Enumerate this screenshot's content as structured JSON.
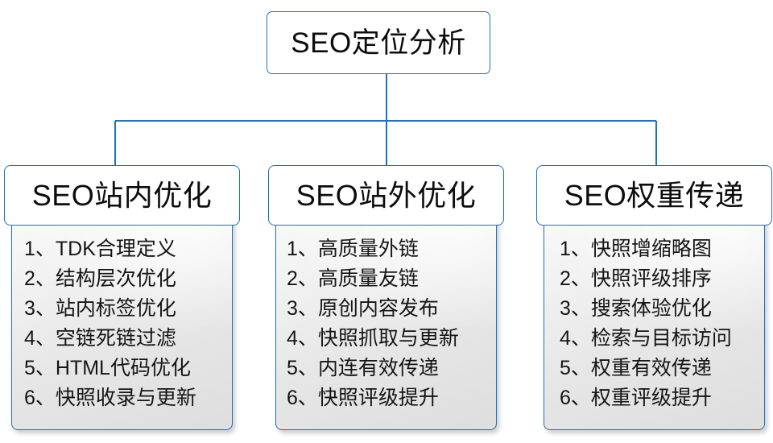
{
  "diagram": {
    "title": "SEO定位分析",
    "accent_color": "#1f6fc4",
    "text_color": "#0d0d0d",
    "panel_gradient_from": "#fbfbfb",
    "panel_gradient_to": "#dedede",
    "root": {
      "label": "SEO定位分析"
    },
    "branches": [
      {
        "header": "SEO站内优化",
        "items": [
          {
            "num": "1、",
            "text": "TDK合理定义"
          },
          {
            "num": "2、",
            "text": "结构层次优化"
          },
          {
            "num": "3、",
            "text": "站内标签优化"
          },
          {
            "num": "4、",
            "text": "空链死链过滤"
          },
          {
            "num": "5、",
            "text": "HTML代码优化"
          },
          {
            "num": "6、",
            "text": "快照收录与更新"
          }
        ]
      },
      {
        "header": "SEO站外优化",
        "items": [
          {
            "num": "1、",
            "text": "高质量外链"
          },
          {
            "num": "2、",
            "text": "高质量友链"
          },
          {
            "num": "3、",
            "text": "原创内容发布"
          },
          {
            "num": "4、",
            "text": "快照抓取与更新"
          },
          {
            "num": "5、",
            "text": "内连有效传递"
          },
          {
            "num": "6、",
            "text": "快照评级提升"
          }
        ]
      },
      {
        "header": "SEO权重传递",
        "items": [
          {
            "num": "1、",
            "text": "快照增缩略图"
          },
          {
            "num": "2、",
            "text": "快照评级排序"
          },
          {
            "num": "3、",
            "text": "搜索体验优化"
          },
          {
            "num": "4、",
            "text": "检索与目标访问"
          },
          {
            "num": "5、",
            "text": "权重有效传递"
          },
          {
            "num": "6、",
            "text": "权重评级提升"
          }
        ]
      }
    ]
  }
}
